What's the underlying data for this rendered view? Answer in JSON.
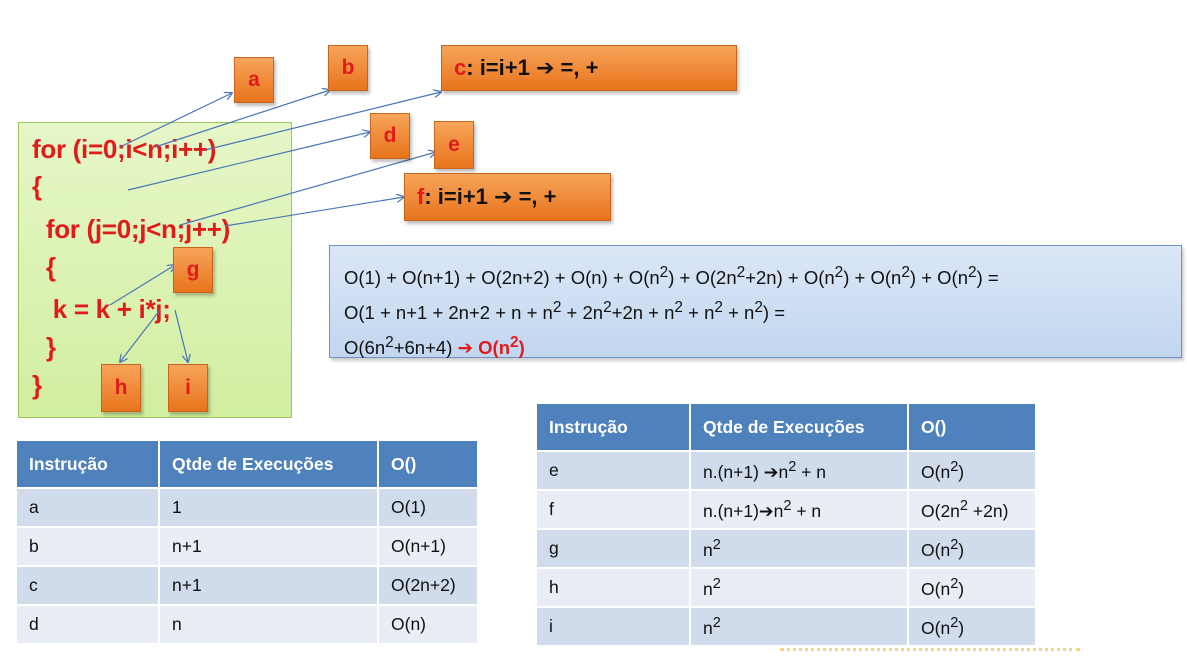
{
  "code": {
    "lines": [
      "for (i=0;i<n;i++)",
      "{",
      "  for (j=0;j<n;j++)",
      "  {",
      "   k = k + i*j;",
      "  }",
      "}"
    ]
  },
  "tags": {
    "a": "a",
    "b": "b",
    "d": "d",
    "e": "e",
    "g": "g",
    "h": "h",
    "i": "i",
    "c_letter": "c",
    "c_text": ": i=i+1 ➔ =, +",
    "f_letter": "f",
    "f_text": ": i=i+1 ➔ =, +"
  },
  "formula": {
    "line1_parts": [
      "O(1) + O(n+1) + O(2n+2) + O(n) + O(n",
      "2",
      ") + O(2n",
      "2",
      "+2n) + O(n",
      "2",
      ") + O(n",
      "2",
      ") + O(n",
      "2",
      ") ="
    ],
    "line2_parts": [
      "O(1 + n+1 + 2n+2 + n + n",
      "2",
      " + 2n",
      "2",
      "+2n + n",
      "2",
      " + n",
      "2",
      " + n",
      "2",
      ") ="
    ],
    "line3_a": "O(6n",
    "line3_sup1": "2",
    "line3_b": "+6n+4) ",
    "line3_arrow": "➔ O(n",
    "line3_sup2": "2",
    "line3_end": ")"
  },
  "table_left": {
    "headers": [
      "Instrução",
      "Qtde de Execuções",
      "O()"
    ],
    "rows": [
      [
        "a",
        "1",
        "O(1)"
      ],
      [
        "b",
        "n+1",
        "O(n+1)"
      ],
      [
        "c",
        "n+1",
        "O(2n+2)"
      ],
      [
        "d",
        "n",
        "O(n)"
      ]
    ]
  },
  "table_right": {
    "headers": [
      "Instrução",
      "Qtde de Execuções",
      "O()"
    ],
    "rows": [
      {
        "instr": "e",
        "qtde_a": "n.(n+1) ➔n",
        "qtde_sup": "2",
        "qtde_b": " + n",
        "o_a": "O(n",
        "o_sup": "2",
        "o_b": ")"
      },
      {
        "instr": "f",
        "qtde_a": "n.(n+1)➔n",
        "qtde_sup": "2",
        "qtde_b": " + n",
        "o_a": "O(2n",
        "o_sup": "2",
        "o_b": " +2n)"
      },
      {
        "instr": "g",
        "qtde_a": "n",
        "qtde_sup": "2",
        "qtde_b": "",
        "o_a": "O(n",
        "o_sup": "2",
        "o_b": ")"
      },
      {
        "instr": "h",
        "qtde_a": "n",
        "qtde_sup": "2",
        "qtde_b": "",
        "o_a": "O(n",
        "o_sup": "2",
        "o_b": ")"
      },
      {
        "instr": "i",
        "qtde_a": "n",
        "qtde_sup": "2",
        "qtde_b": "",
        "o_a": "O(n",
        "o_sup": "2",
        "o_b": ")"
      }
    ]
  },
  "colors": {
    "accent_red": "#e31a1a",
    "tag_orange": "#e8741c",
    "code_bg": "#d2eea0",
    "table_header": "#4f81bd",
    "arrow_blue": "#4a76b8"
  }
}
